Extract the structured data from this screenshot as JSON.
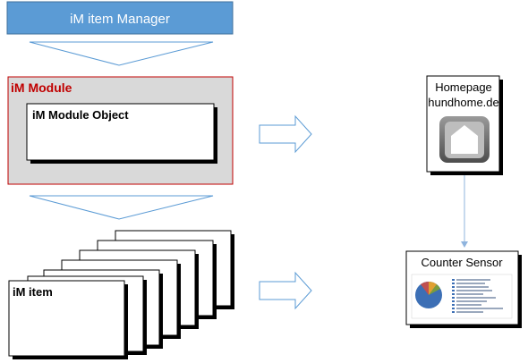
{
  "manager": {
    "label": "iM item Manager"
  },
  "module": {
    "label": "iM Module",
    "object_label": "iM Module Object"
  },
  "items": {
    "label": "iM item"
  },
  "homepage": {
    "title": "Homepage",
    "subtitle": "hundhome.de",
    "icon": "home-icon"
  },
  "counter": {
    "title": "Counter Sensor",
    "icon": "pie-chart-icon"
  },
  "colors": {
    "manager_fill": "#5b9bd5",
    "manager_border": "#41719c",
    "module_fill": "#d9d9d9",
    "module_border": "#c00000",
    "module_label": "#c00000",
    "arrow_stroke": "#5b9bd5",
    "connector": "#8fb4de"
  }
}
